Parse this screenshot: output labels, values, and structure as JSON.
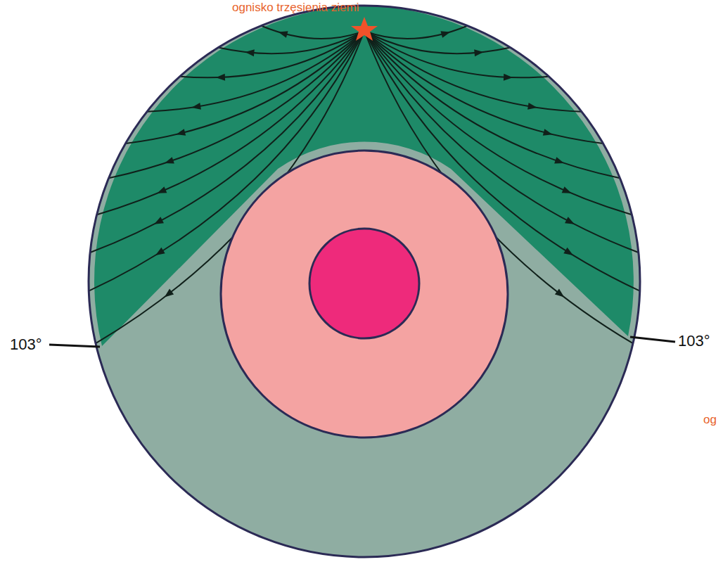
{
  "diagram": {
    "labels": [
      "ognisko trzęsienia ziemi",
      "103°",
      "103°",
      "og"
    ]
  }
}
